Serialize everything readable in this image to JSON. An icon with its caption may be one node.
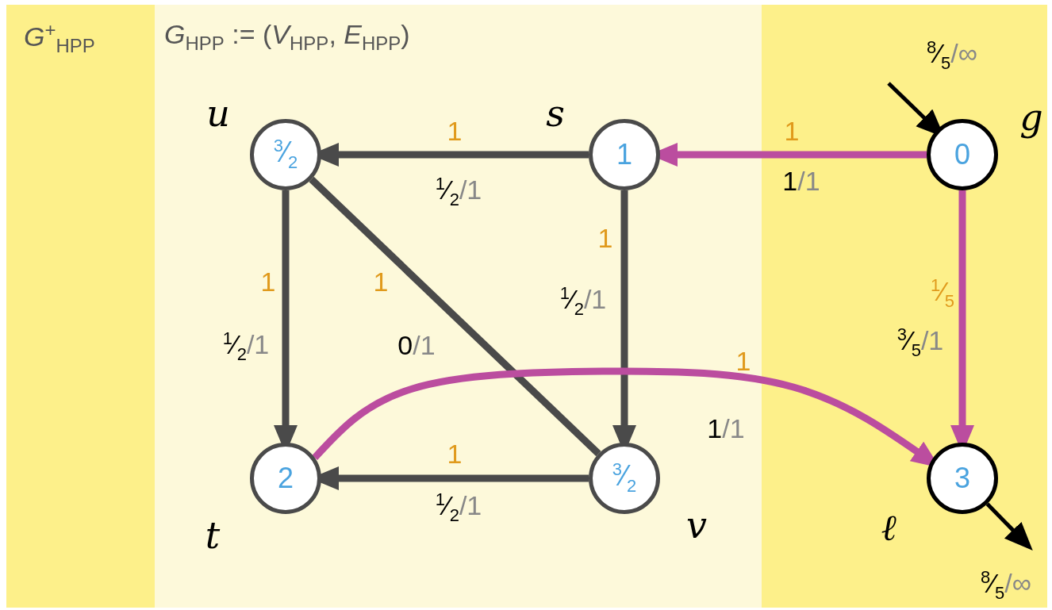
{
  "diagram": {
    "nodes": [
      {
        "text": [
          "*G*$^{+}$$_{HPP}$"
        ]
      },
      {
        "text": [
          "*G*$_{HPP}$ := (*V*$_{HPP}$, *E*$_{HPP}$)"
        ],
        "in": 0
      },
      {
        "text": [
          "$^{3}$⁄$_{2}$"
        ],
        "beside": [
          "u"
        ],
        "in": 1
      },
      {
        "text": [
          "1"
        ],
        "beside": [
          "s"
        ],
        "in": 1
      },
      {
        "text": [
          "0"
        ],
        "beside": [
          "g"
        ],
        "in": 0
      },
      {
        "text": [
          "2"
        ],
        "beside": [
          "t"
        ],
        "in": 1
      },
      {
        "text": [
          "$^{3}$⁄$_{2}$"
        ],
        "beside": [
          "v"
        ],
        "in": 1
      },
      {
        "text": [
          "3"
        ],
        "beside": [
          "ℓ"
        ],
        "in": 0
      }
    ],
    "edges": [
      {
        "from": 3,
        "to": 2,
        "arrow": "to",
        "label": "1"
      },
      {
        "from": 2,
        "to": 5,
        "arrow": "to",
        "label": "1"
      },
      {
        "from": 2,
        "to": 6,
        "arrow": "none",
        "label": "1"
      },
      {
        "from": 3,
        "to": 6,
        "arrow": "to",
        "label": "1"
      },
      {
        "from": 6,
        "to": 5,
        "arrow": "to",
        "label": "1"
      },
      {
        "from": 4,
        "to": 3,
        "arrow": "to",
        "label": "1",
        "color": "#bb4d9f"
      },
      {
        "from": 4,
        "to": 7,
        "arrow": "to",
        "label": "$^{1}$⁄$_{5}$",
        "color": "#bb4d9f"
      },
      {
        "from": 5,
        "to": 7,
        "arrow": "to",
        "label": "1",
        "color": "#bb4d9f"
      },
      {
        "from": null,
        "to": 4,
        "arrow": "to",
        "color": "#000000"
      },
      {
        "from": 7,
        "to": null,
        "arrow": "to",
        "color": "#000000"
      }
    ],
    "labels": [
      "$^{8}$⁄$_{5}$/∞",
      "$^{1}$⁄$_{2}$/1",
      "1/1",
      "$^{1}$⁄$_{2}$/1",
      "$^{1}$⁄$_{2}$/1",
      "0/1",
      "$^{3}$⁄$_{5}$/1",
      "1/1",
      "$^{1}$⁄$_{2}$/1",
      "$^{8}$⁄$_{5}$/∞"
    ]
  }
}
